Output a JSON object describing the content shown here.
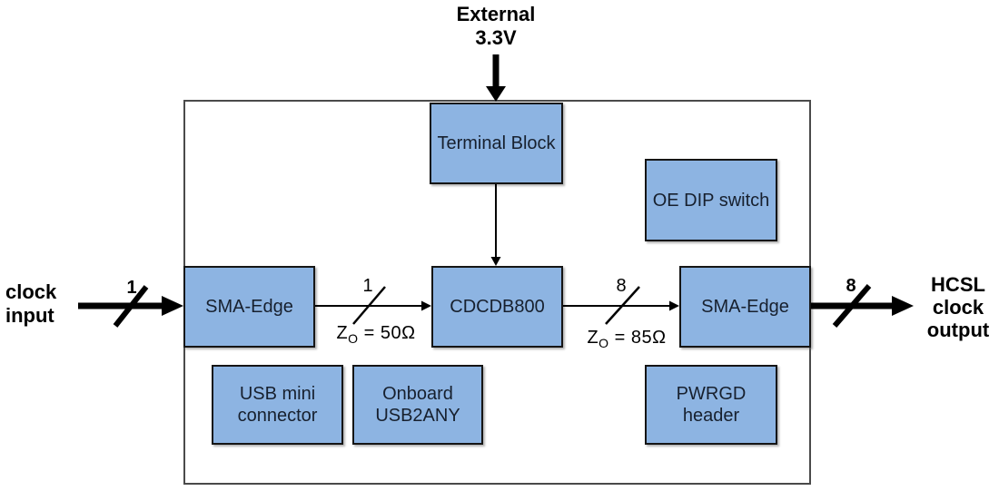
{
  "boxes": {
    "terminal_block": {
      "label": "Terminal Block"
    },
    "oe_dip_switch": {
      "label": "OE DIP switch"
    },
    "sma_edge_in": {
      "label": "SMA-Edge"
    },
    "cdcdb800": {
      "label": "CDCDB800"
    },
    "sma_edge_out": {
      "label": "SMA-Edge"
    },
    "usb_mini_connector": {
      "label": "USB mini\nconnector"
    },
    "onboard_usb2any": {
      "label": "Onboard\nUSB2ANY"
    },
    "pwrgd_header": {
      "label": "PWRGD\nheader"
    }
  },
  "io_labels": {
    "external_supply": "External\n3.3V",
    "clock_input": "clock\ninput",
    "hcsl_clock_output": "HCSL\nclock\noutput"
  },
  "buses": {
    "clock_input": {
      "width": "1"
    },
    "sma_to_cdcdb800": {
      "width": "1",
      "impedance_symbol": "Z",
      "impedance_sub": "O",
      "impedance_value": " = 50Ω"
    },
    "cdcdb800_to_sma": {
      "width": "8",
      "impedance_symbol": "Z",
      "impedance_sub": "O",
      "impedance_value": " = 85Ω"
    },
    "clock_output": {
      "width": "8"
    }
  },
  "colors": {
    "box_fill": "#8db4e2",
    "box_border": "#151515",
    "board_border": "#4a4a4a",
    "arrow": "#000000",
    "box_text": "#17202e",
    "label_text": "#000000"
  }
}
